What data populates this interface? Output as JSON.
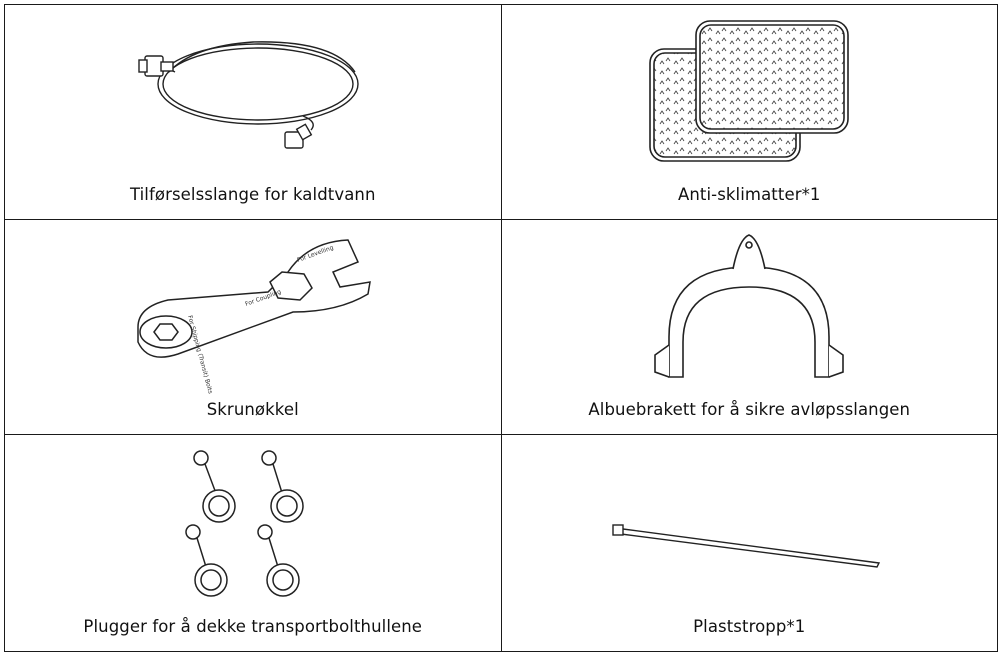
{
  "items": [
    {
      "label": "Tilførselsslange for kaldtvann",
      "icon": "water-supply-hose-icon"
    },
    {
      "label": "Anti-sklimatter*1",
      "icon": "anti-slip-mats-icon"
    },
    {
      "label": "Skrunøkkel",
      "icon": "spanner-icon",
      "wrench_texts": [
        "For Levelling",
        "For Coupling",
        "For Shipping (Transit) Bolts"
      ]
    },
    {
      "label": "Albuebrakett for å sikre avløpsslangen",
      "icon": "elbow-bracket-icon"
    },
    {
      "label": "Plugger for å dekke transportbolthullene",
      "icon": "transport-plugs-icon"
    },
    {
      "label": "Plaststropp*1",
      "icon": "cable-tie-icon"
    }
  ]
}
